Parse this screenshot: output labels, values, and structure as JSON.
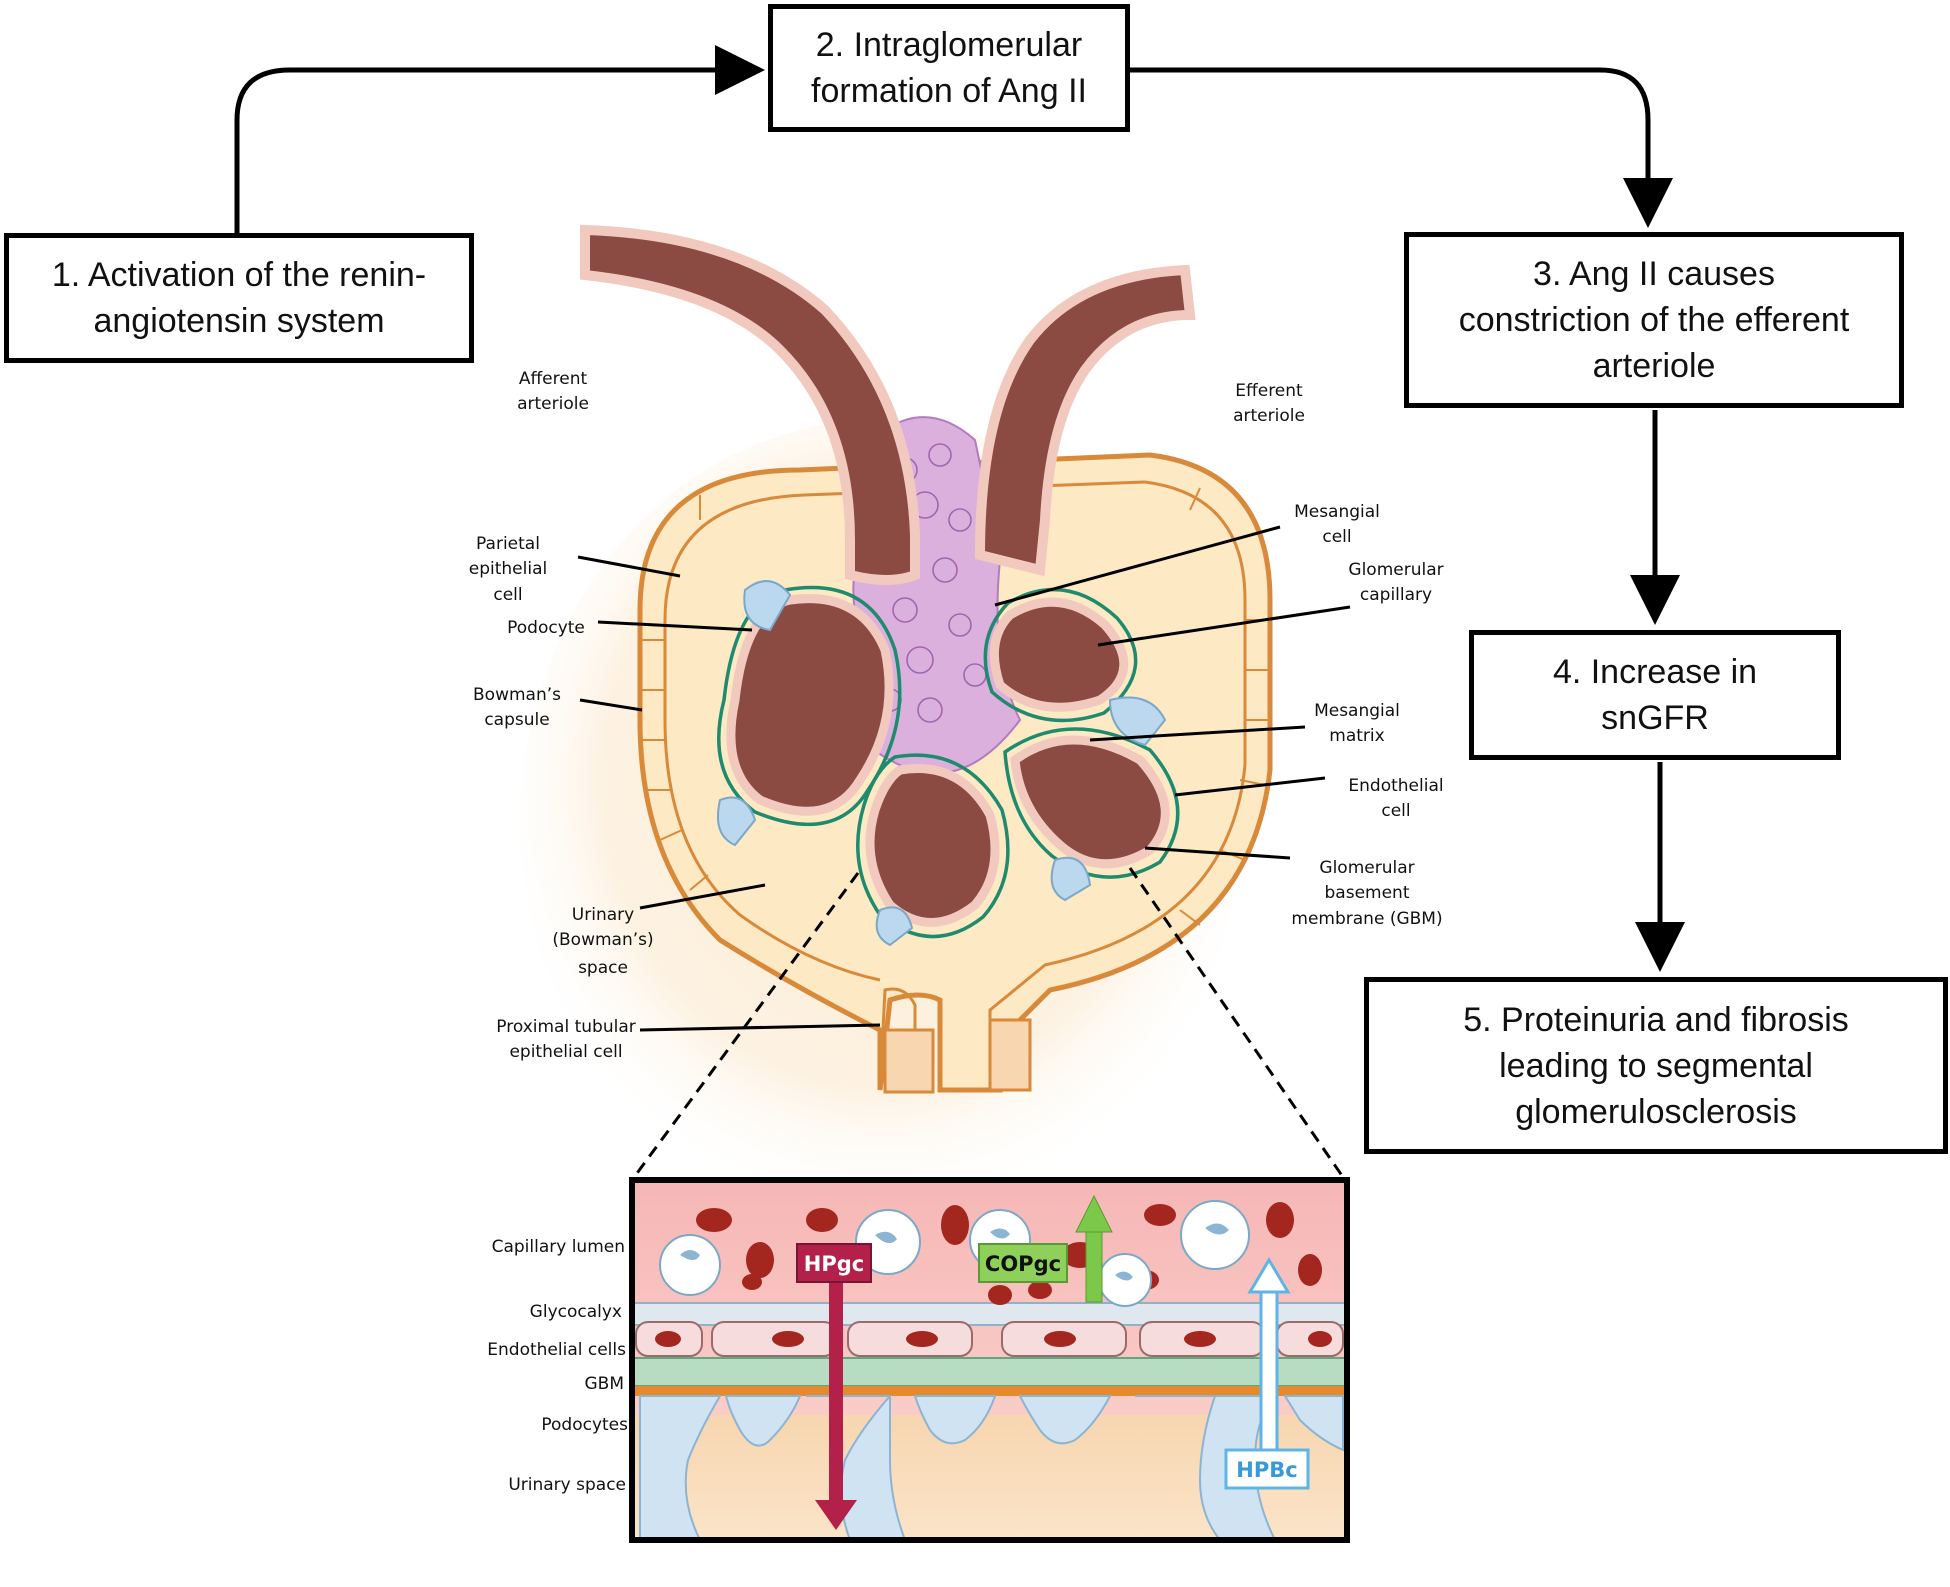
{
  "flow": {
    "step1": [
      "1. Activation of the renin-",
      "angiotensin system"
    ],
    "step2": [
      "2. Intraglomerular",
      "formation of Ang II"
    ],
    "step3": [
      "3. Ang II causes",
      "constriction of the efferent",
      "arteriole"
    ],
    "step4": [
      "4. Increase in",
      "snGFR"
    ],
    "step5": [
      "5. Proteinuria and fibrosis",
      "leading to segmental",
      "glomerulosclerosis"
    ]
  },
  "glomerulus_labels": {
    "afferent": [
      "Afferent",
      "arteriole"
    ],
    "efferent": [
      "Efferent",
      "arteriole"
    ],
    "parietal": [
      "Parietal",
      "epithelial",
      "cell"
    ],
    "podocyte": [
      "Podocyte"
    ],
    "bowman_capsule": [
      "Bowman’s",
      "capsule"
    ],
    "urinary_space": [
      "Urinary",
      "(Bowman’s)",
      "space"
    ],
    "proximal": [
      "Proximal tubular",
      "epithelial cell"
    ],
    "mesangial_cell": [
      "Mesangial",
      "cell"
    ],
    "glomerular_capillary": [
      "Glomerular",
      "capillary"
    ],
    "mesangial_matrix": [
      "Mesangial",
      "matrix"
    ],
    "endothelial_cell": [
      "Endothelial",
      "cell"
    ],
    "gbm": [
      "Glomerular",
      "basement",
      "membrane (GBM)"
    ]
  },
  "barrier_labels": {
    "lumen": "Capillary lumen",
    "glycocalyx": "Glycocalyx",
    "endothelial": "Endothelial cells",
    "gbm": "GBM",
    "podocytes": "Podocytes",
    "urinary": "Urinary space"
  },
  "forces": {
    "hpgc": "HPgc",
    "copgc": "COPgc",
    "hpbc": "HPBc"
  },
  "colors": {
    "vessel": "#8b4a42",
    "vessel_wall": "#f2c9bf",
    "nucleus": "#a3271f",
    "capsule": "#d9893a",
    "space": "#fdecc8",
    "mesangium": "#d7a6d6",
    "gbm": "#1e8a6e",
    "podocyte": "#bcd8ee",
    "hpgc": "#b3204a",
    "copgc": "#7cc84a",
    "hpbc": "#5fb4e6"
  }
}
